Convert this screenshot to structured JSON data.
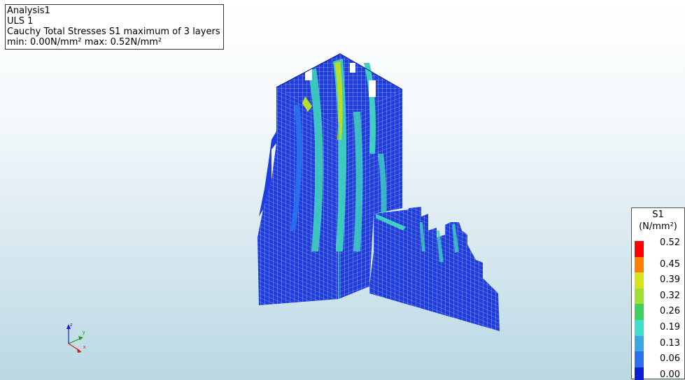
{
  "info": {
    "analysis": "Analysis1",
    "load_case": "ULS 1",
    "result": "Cauchy Total Stresses S1 maximum of 3 layers",
    "range": "min:  0.00N/mm² max:  0.52N/mm²"
  },
  "legend": {
    "title": "S1",
    "unit": "(N/mm²)",
    "entries": [
      {
        "value": "0.52",
        "color": "#ff0000"
      },
      {
        "value": "0.45",
        "color": "#ff8000"
      },
      {
        "value": "0.39",
        "color": "#d4e51c"
      },
      {
        "value": "0.32",
        "color": "#9fe030"
      },
      {
        "value": "0.26",
        "color": "#40d060"
      },
      {
        "value": "0.19",
        "color": "#3ee0c8"
      },
      {
        "value": "0.13",
        "color": "#3aa8e8"
      },
      {
        "value": "0.06",
        "color": "#2a70f0"
      },
      {
        "value": "0.00",
        "color": "#0a1fd6"
      }
    ]
  },
  "triad": {
    "labels": [
      "z",
      "y",
      "x"
    ],
    "colors": {
      "z": "#1a1ad8",
      "y": "#1a9a1a",
      "x": "#d81a1a"
    }
  },
  "model": {
    "mesh_color": "#1e3de0",
    "mid_color": "#3fd0c0",
    "hot_color": "#b5dd2a"
  }
}
